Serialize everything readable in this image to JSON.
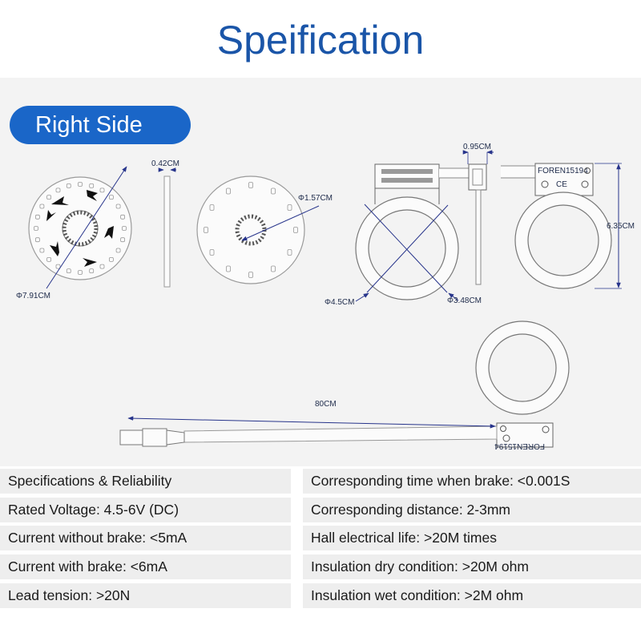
{
  "title": "Speification",
  "section_label": "Right Side",
  "dimensions": {
    "disc_diameter": "Φ7.91CM",
    "disc_thickness": "0.42CM",
    "hub_diameter": "Φ1.57CM",
    "sensor_thickness": "0.95CM",
    "ring_outer": "Φ4.5CM",
    "ring_inner": "Φ3.48CM",
    "sensor_height": "6.35CM",
    "cable_length": "80CM"
  },
  "part_markings": {
    "sensor_label": "FOREN15194",
    "sensor_label_rotated": "FOREN15194",
    "ce_mark": "CE"
  },
  "specs_left": [
    "Specifications & Reliability",
    "Rated Voltage: 4.5-6V (DC)",
    "Current without brake: <5mA",
    "Current with brake: <6mA",
    "Lead tension: >20N"
  ],
  "specs_right": [
    "Corresponding time when brake: <0.001S",
    "Corresponding distance: 2-3mm",
    "Hall electrical life: >20M times",
    "Insulation dry condition: >20M ohm",
    "Insulation wet condition: >2M ohm"
  ],
  "colors": {
    "title": "#1a55a8",
    "pill": "#1a66c8",
    "line": "#27348b",
    "panel": "#f3f3f3"
  }
}
